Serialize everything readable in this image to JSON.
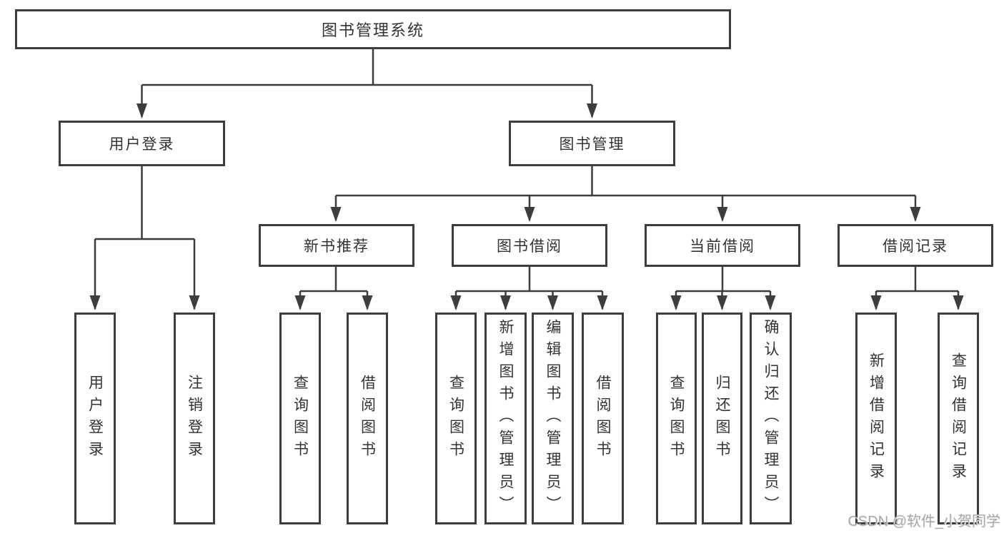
{
  "diagram": {
    "type": "tree",
    "title": "图书管理系统",
    "nodes": [
      {
        "id": "root",
        "label": "图书管理系统",
        "parent": null,
        "level": 1
      },
      {
        "id": "user-login",
        "label": "用户登录",
        "parent": "root",
        "level": 2
      },
      {
        "id": "book-management",
        "label": "图书管理",
        "parent": "root",
        "level": 2
      },
      {
        "id": "new-book-recommend",
        "label": "新书推荐",
        "parent": "book-management",
        "level": 3
      },
      {
        "id": "book-borrowing",
        "label": "图书借阅",
        "parent": "book-management",
        "level": 3
      },
      {
        "id": "current-borrowing",
        "label": "当前借阅",
        "parent": "book-management",
        "level": 3
      },
      {
        "id": "borrowing-records",
        "label": "借阅记录",
        "parent": "book-management",
        "level": 3
      },
      {
        "id": "leaf-user-login",
        "label": "用户登录",
        "parent": "user-login",
        "level": 4
      },
      {
        "id": "leaf-logout",
        "label": "注销登录",
        "parent": "user-login",
        "level": 4
      },
      {
        "id": "leaf-query-books-1",
        "label": "查询图书",
        "parent": "new-book-recommend",
        "level": 4
      },
      {
        "id": "leaf-borrow-books-1",
        "label": "借阅图书",
        "parent": "new-book-recommend",
        "level": 4
      },
      {
        "id": "leaf-query-books-2",
        "label": "查询图书",
        "parent": "book-borrowing",
        "level": 4
      },
      {
        "id": "leaf-add-books-admin",
        "label": "新增图书（管理员）",
        "parent": "book-borrowing",
        "level": 4
      },
      {
        "id": "leaf-edit-books-admin",
        "label": "编辑图书（管理员）",
        "parent": "book-borrowing",
        "level": 4
      },
      {
        "id": "leaf-borrow-books-2",
        "label": "借阅图书",
        "parent": "book-borrowing",
        "level": 4
      },
      {
        "id": "leaf-query-books-3",
        "label": "查询图书",
        "parent": "current-borrowing",
        "level": 4
      },
      {
        "id": "leaf-return-books",
        "label": "归还图书",
        "parent": "current-borrowing",
        "level": 4
      },
      {
        "id": "leaf-confirm-return-admin",
        "label": "确认归还（管理员）",
        "parent": "current-borrowing",
        "level": 4
      },
      {
        "id": "leaf-add-borrow-record",
        "label": "新增借阅记录",
        "parent": "borrowing-records",
        "level": 4
      },
      {
        "id": "leaf-query-borrow-record",
        "label": "查询借阅记录",
        "parent": "borrowing-records",
        "level": 4
      }
    ],
    "watermark": {
      "text": "CSDN @软件_小贺同学"
    },
    "colors": {
      "background": "#ffffff",
      "line": "#3d3d3d",
      "box_border": "#3d3d3d",
      "text": "#333333",
      "watermark": "#a9a9a9"
    }
  }
}
